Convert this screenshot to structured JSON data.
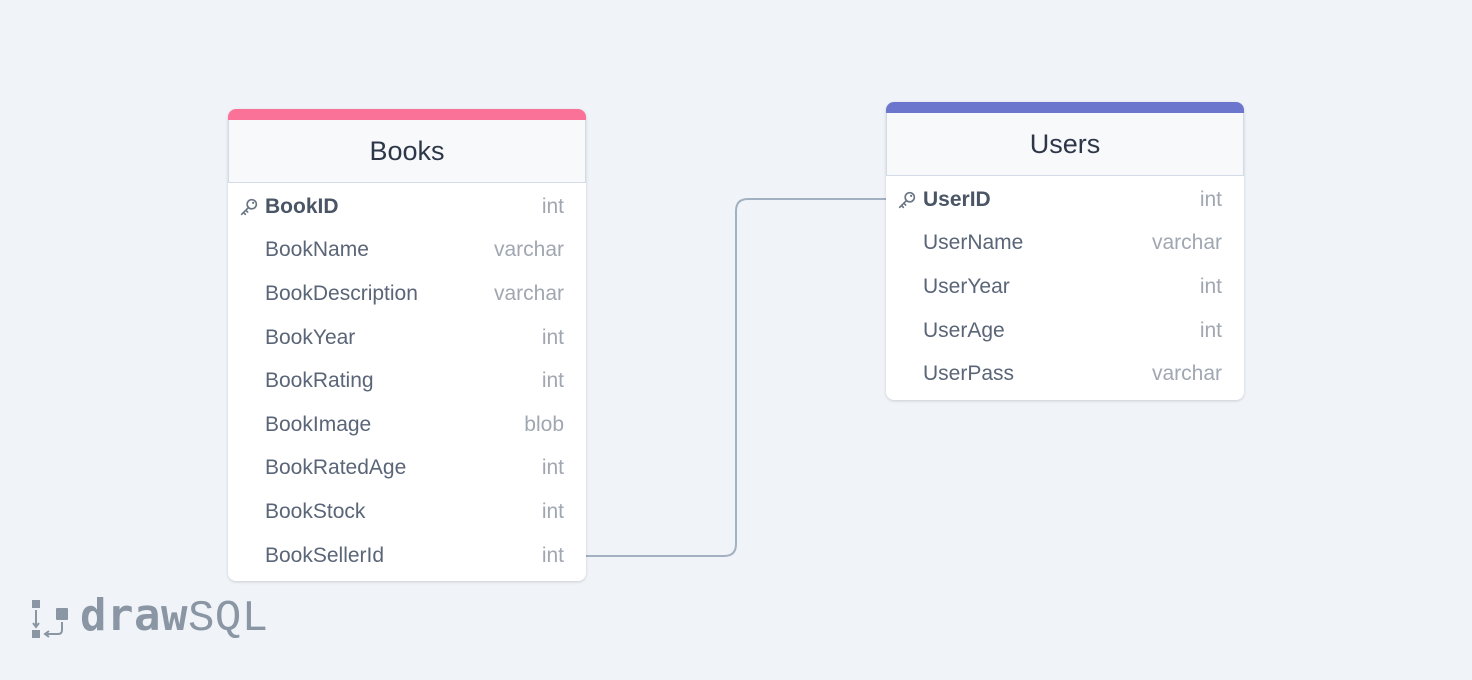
{
  "colors": {
    "background": "#f0f4f8",
    "connector": "#a3b0c2",
    "books_accent": "#fb7299",
    "users_accent": "#6b76cc"
  },
  "tables": {
    "books": {
      "name": "Books",
      "columns": [
        {
          "name": "BookID",
          "type": "int",
          "primary_key": true,
          "icon": "key-icon"
        },
        {
          "name": "BookName",
          "type": "varchar"
        },
        {
          "name": "BookDescription",
          "type": "varchar"
        },
        {
          "name": "BookYear",
          "type": "int"
        },
        {
          "name": "BookRating",
          "type": "int"
        },
        {
          "name": "BookImage",
          "type": "blob"
        },
        {
          "name": "BookRatedAge",
          "type": "int"
        },
        {
          "name": "BookStock",
          "type": "int"
        },
        {
          "name": "BookSellerId",
          "type": "int"
        }
      ]
    },
    "users": {
      "name": "Users",
      "columns": [
        {
          "name": "UserID",
          "type": "int",
          "primary_key": true,
          "icon": "key-icon"
        },
        {
          "name": "UserName",
          "type": "varchar"
        },
        {
          "name": "UserYear",
          "type": "int"
        },
        {
          "name": "UserAge",
          "type": "int"
        },
        {
          "name": "UserPass",
          "type": "varchar"
        }
      ]
    }
  },
  "relationships": [
    {
      "from": "Books.BookSellerId",
      "to": "Users.UserID"
    }
  ],
  "logo": {
    "bold_part": "draw",
    "light_part": "SQL",
    "icon": "drawsql-logo-icon"
  }
}
